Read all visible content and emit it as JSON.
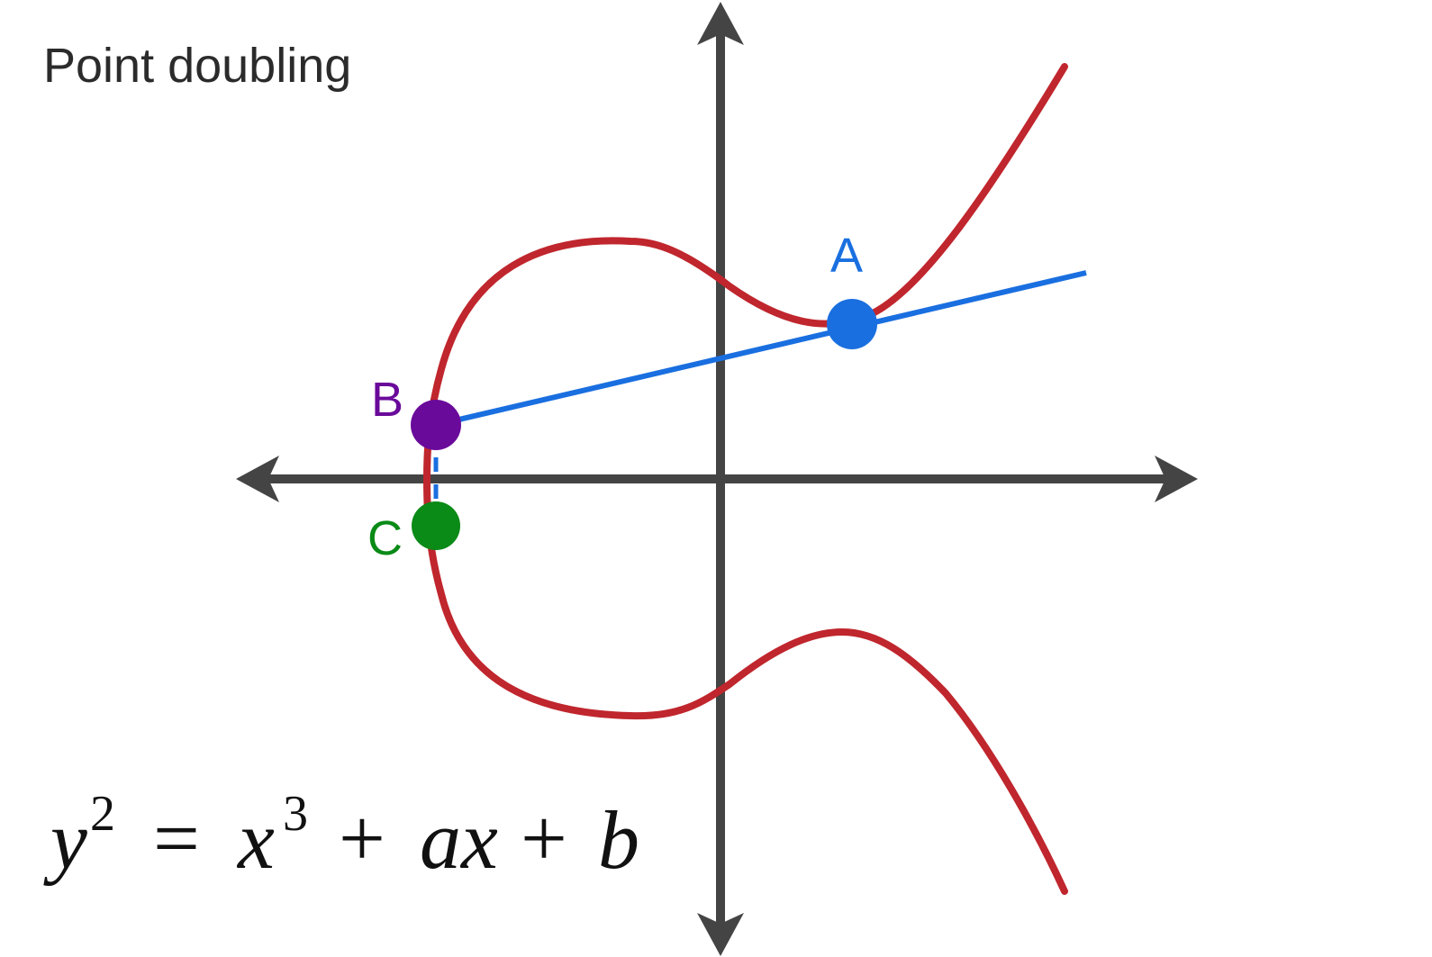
{
  "diagram": {
    "title": "Point doubling",
    "equation": {
      "lhs_base": "y",
      "lhs_exp": "2",
      "equals": "=",
      "term1_base": "x",
      "term1_exp": "3",
      "plus1": "+",
      "term2": "ax",
      "plus2": "+",
      "term3": "b"
    },
    "points": {
      "a": {
        "label": "A",
        "color": "#1a6fe0"
      },
      "b": {
        "label": "B",
        "color": "#6a0a9a"
      },
      "c": {
        "label": "C",
        "color": "#0a8a16"
      }
    },
    "colors": {
      "curve": "#c0262d",
      "tangent_line": "#1a6fe0",
      "axes": "#444444",
      "background": "#ffffff"
    }
  }
}
